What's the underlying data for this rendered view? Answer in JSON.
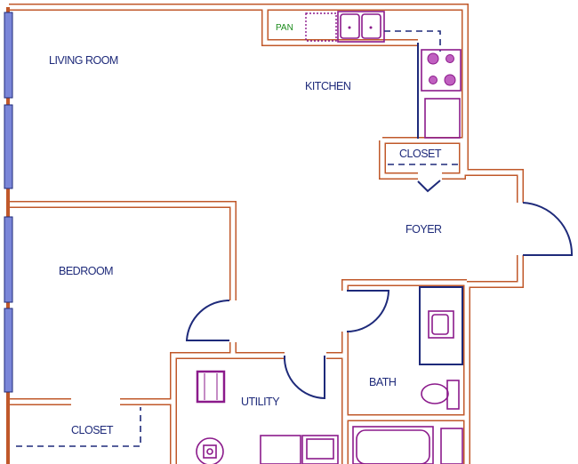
{
  "title": "Apartment floor plan",
  "rooms": {
    "living_room": "LIVING ROOM",
    "kitchen": "KITCHEN",
    "kitchen_closet": "CLOSET",
    "foyer": "FOYER",
    "bedroom": "BEDROOM",
    "utility": "UTILITY",
    "bath": "BATH",
    "bedroom_closet": "CLOSET",
    "pantry": "PAN"
  },
  "colors": {
    "wall": "#c0582a",
    "line": "#1e2a7a",
    "fixture": "#8b1a8b",
    "pantry_label": "#1a8a1a"
  }
}
